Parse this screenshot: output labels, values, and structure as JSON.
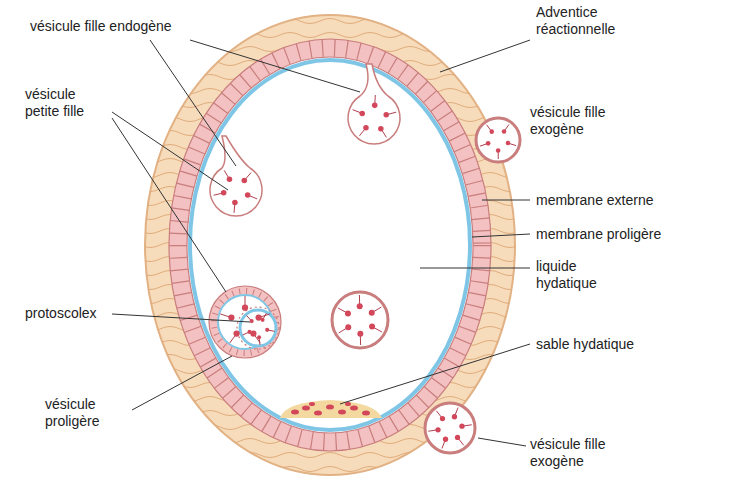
{
  "diagram": {
    "labels": [
      "vésicule fille endogène",
      "Adventice réactionnelle",
      "vésicule fille exogène",
      "vésicule petite fille",
      "membrane externe",
      "membrane proligère",
      "protoscolex",
      "liquide hydatique",
      "sable hydatique",
      "vésicule proligère",
      "vésicule fille exogène"
    ]
  }
}
